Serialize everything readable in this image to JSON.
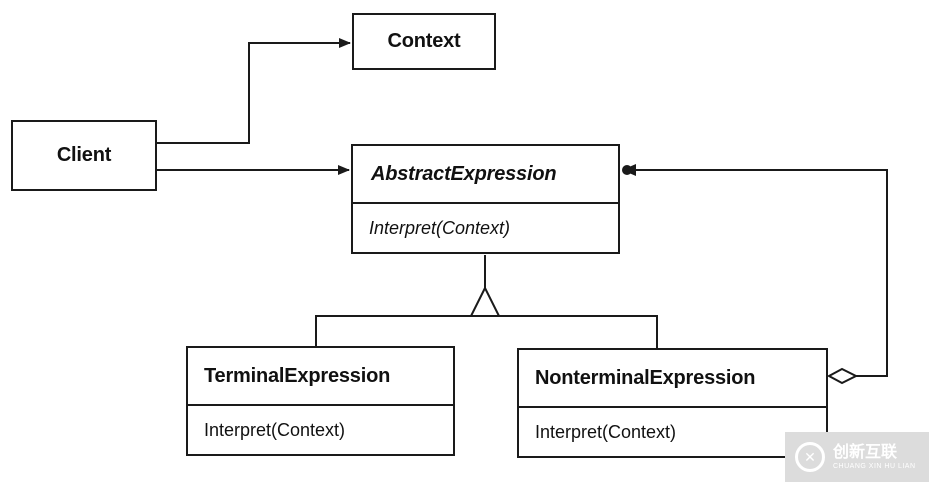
{
  "diagram": {
    "context": {
      "name": "Context"
    },
    "client": {
      "name": "Client"
    },
    "abstract_expression": {
      "name": "AbstractExpression",
      "operation": "Interpret(Context)"
    },
    "terminal_expression": {
      "name": "TerminalExpression",
      "operation": "Interpret(Context)"
    },
    "nonterminal_expression": {
      "name": "NonterminalExpression",
      "operation": "Interpret(Context)"
    }
  },
  "watermark": {
    "main_text": "创新互联",
    "sub_text": "CHUANG XIN HU LIAN"
  },
  "colors": {
    "line": "#1a1a1a",
    "background": "#ffffff",
    "watermark_bg": "#dcdcdc"
  }
}
